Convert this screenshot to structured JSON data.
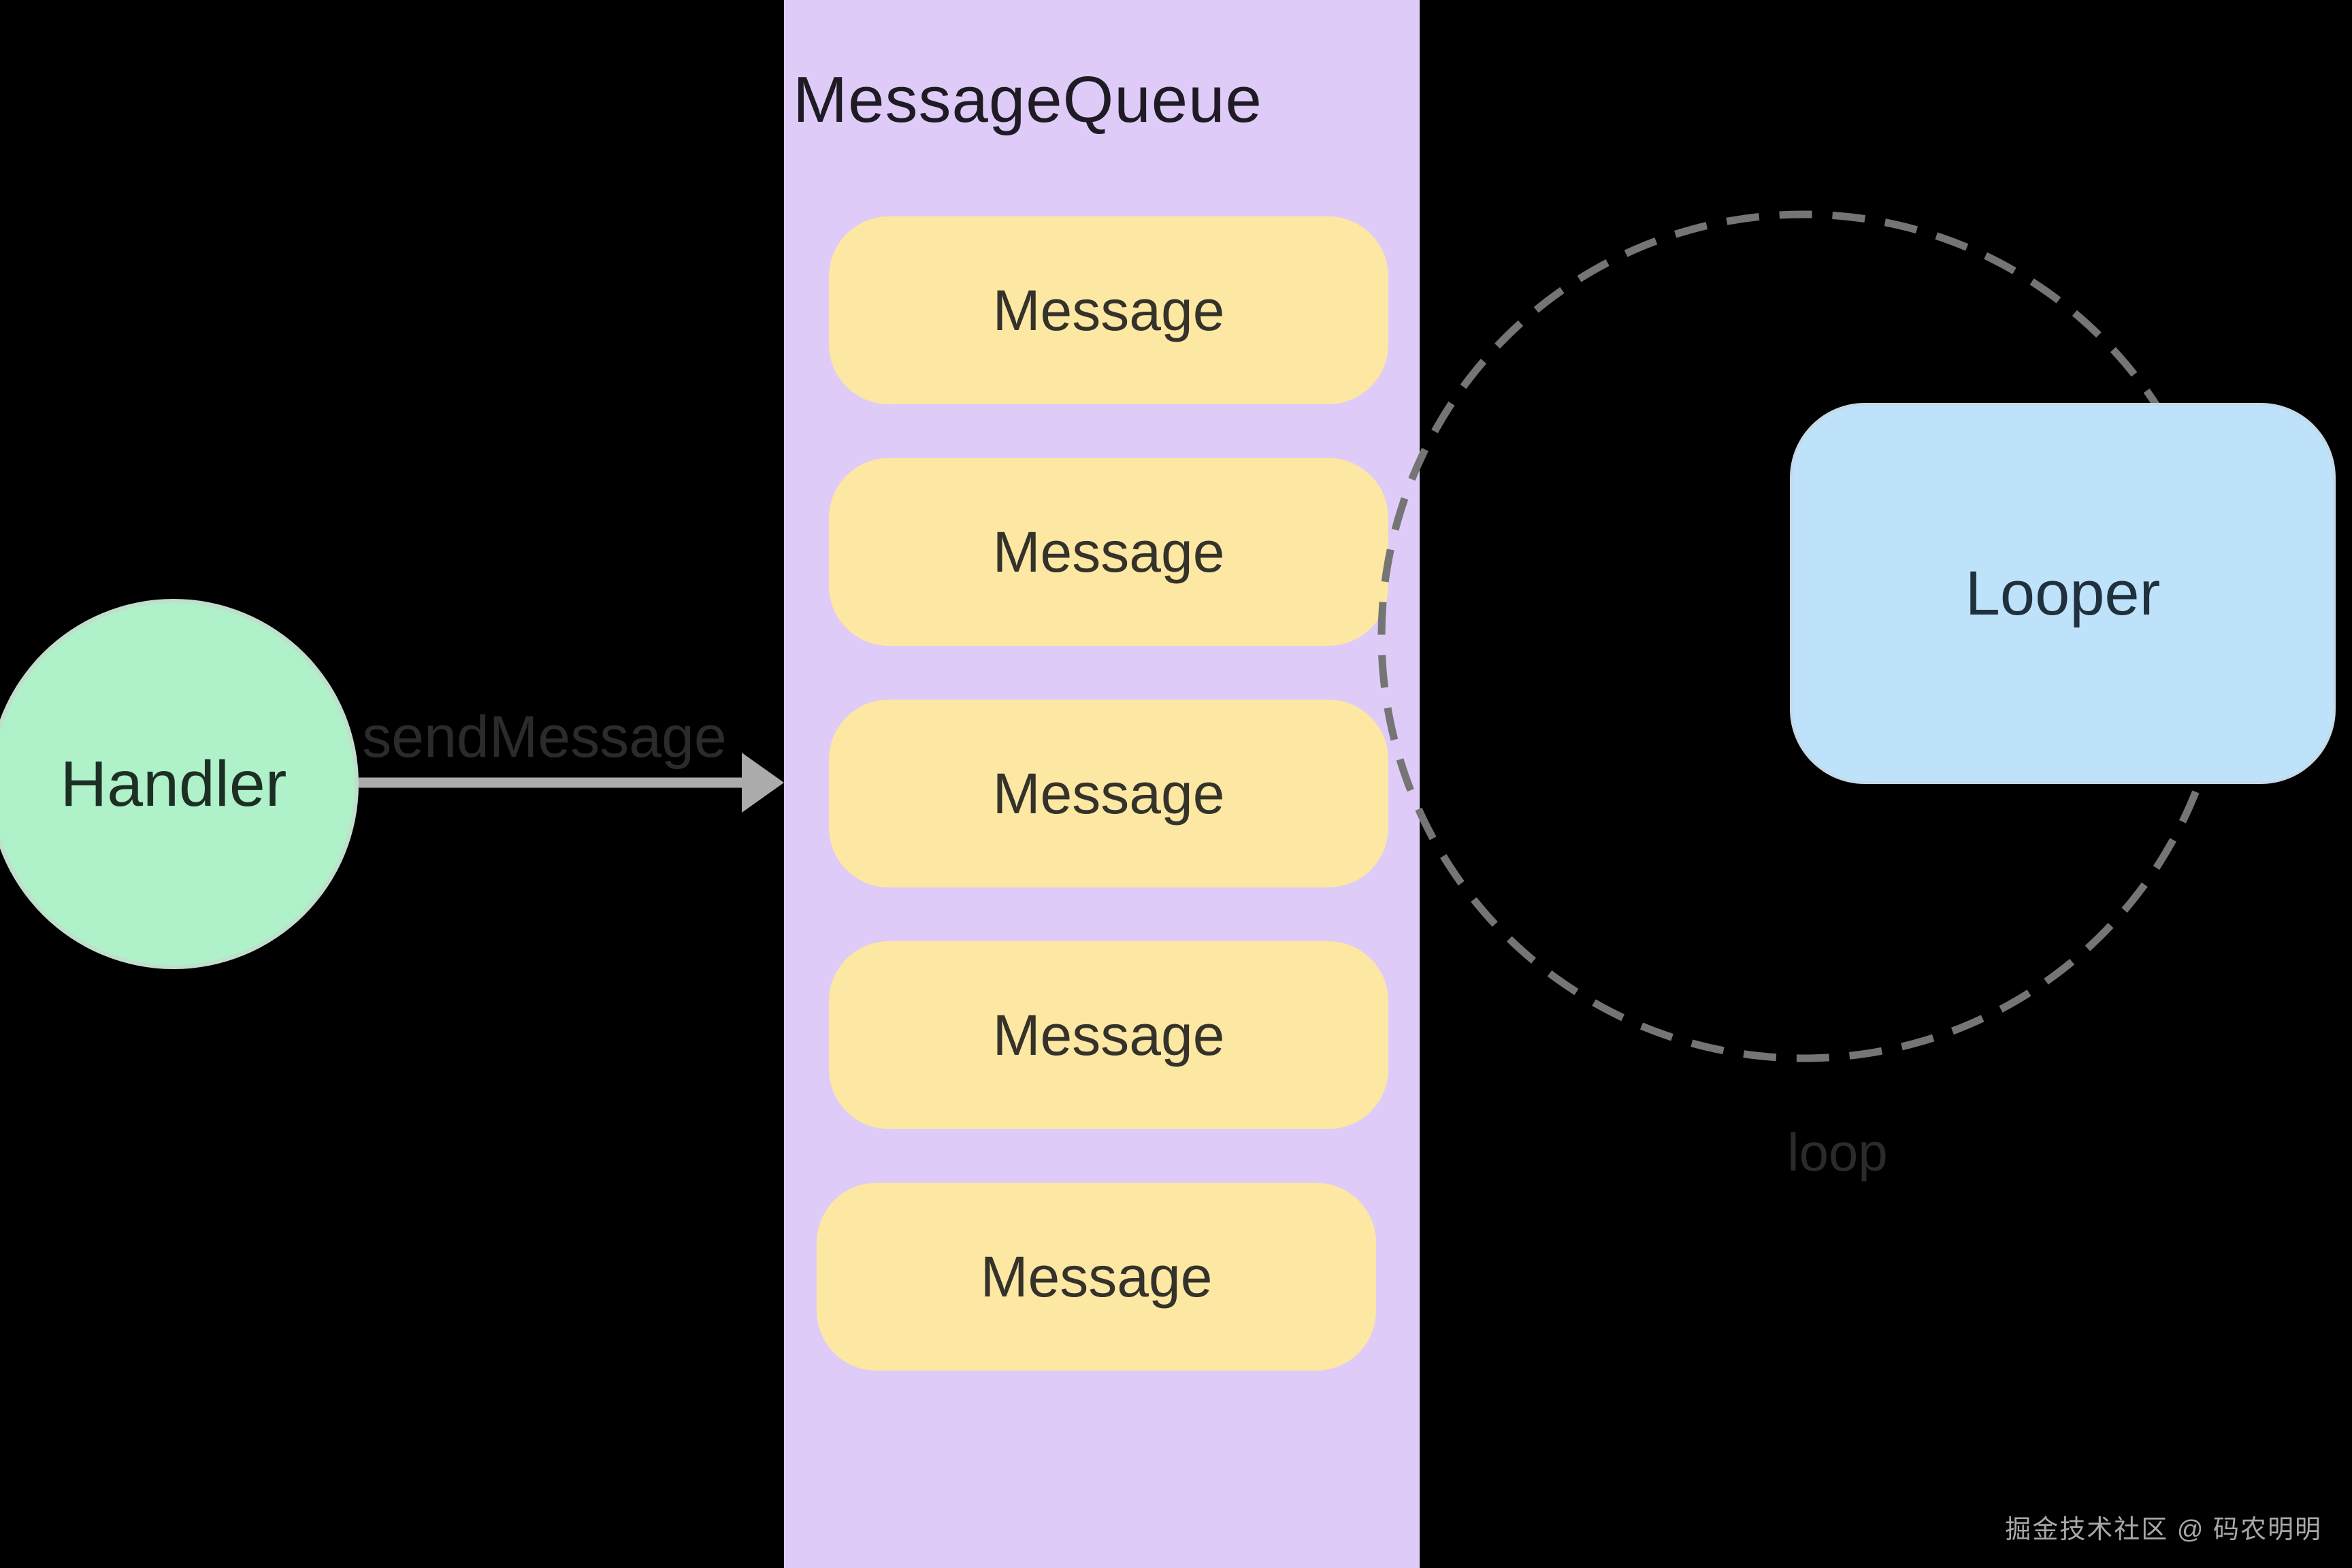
{
  "queue": {
    "title": "MessageQueue",
    "messages": [
      "Message",
      "Message",
      "Message",
      "Message",
      "Message"
    ]
  },
  "handler": {
    "label": "Handler"
  },
  "arrow": {
    "label": "sendMessage"
  },
  "looper": {
    "label": "Looper"
  },
  "loop": {
    "label": "loop"
  },
  "watermark": {
    "text": "掘金技术社区 @ 码农明明"
  },
  "colors": {
    "background": "#000000",
    "queue_panel": "#DFCBF8",
    "message_pill": "#FCE8A2",
    "handler_circle": "#AFF1C8",
    "looper_box": "#BDE2FA",
    "arrow": "#ABABAB",
    "dashed_loop": "#757575",
    "watermark_text": "#A8A8A8"
  }
}
